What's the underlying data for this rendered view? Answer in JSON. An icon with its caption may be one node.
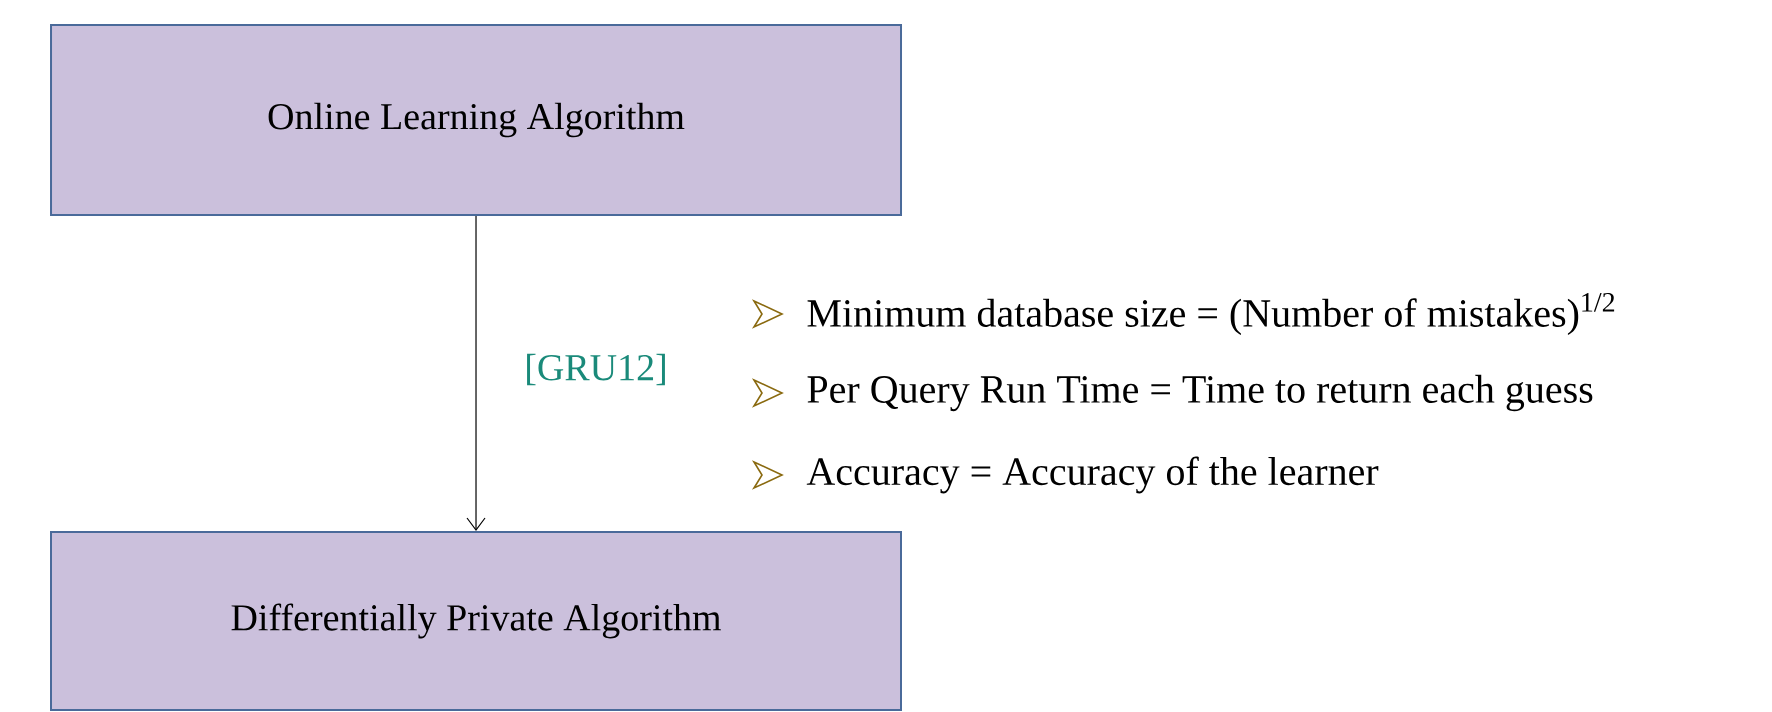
{
  "diagram": {
    "nodes": [
      {
        "text": [
          "Online Learning Algorithm"
        ]
      },
      {
        "text": [
          "Differentially Private Algorithm"
        ]
      }
    ],
    "edges": [
      {
        "from": 0,
        "to": 1,
        "arrow": "to",
        "label": "[GRU12]"
      }
    ],
    "labels": [
      "Minimum database size = (Number of mistakes)$^{1/2}$",
      "Per Query Run Time = Time to return each guess",
      "Accuracy = Accuracy of the learner"
    ]
  }
}
